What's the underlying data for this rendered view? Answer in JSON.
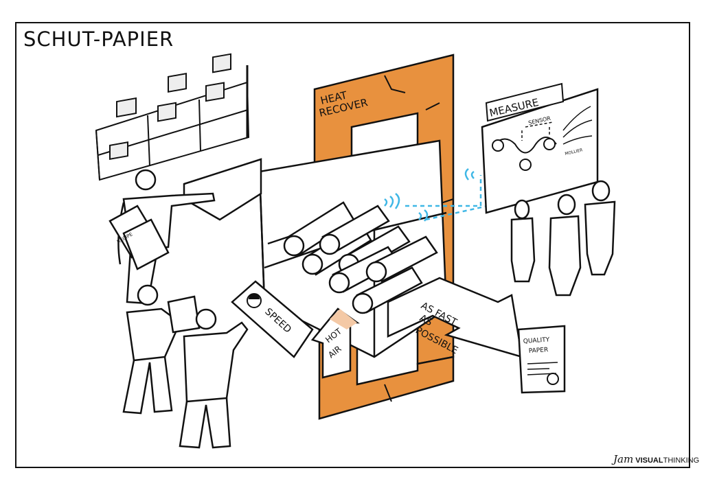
{
  "title": "SCHUT-PAPIER",
  "labels": {
    "heat_recover_1": "HEAT",
    "heat_recover_2": "RECOVER",
    "measure": "MEASURE",
    "sensor": "SENSOR",
    "mollier": "MOLLIER",
    "as_fast_1": "AS FAST",
    "as_fast_2": "AS",
    "as_fast_3": "POSSIBLE",
    "quality_1": "QUALITY",
    "quality_2": "PAPER",
    "speed": "SPEED",
    "hot_1": "HOT",
    "hot_2": "AIR",
    "recipe": "RECIPE"
  },
  "brand": {
    "jam": "Jam",
    "visual": "VISUAL",
    "thinking": "THINKING"
  },
  "colors": {
    "orange": "#E8913E",
    "ink": "#111111",
    "cyan": "#3FB7E6",
    "shadow": "#D9D9D9"
  }
}
